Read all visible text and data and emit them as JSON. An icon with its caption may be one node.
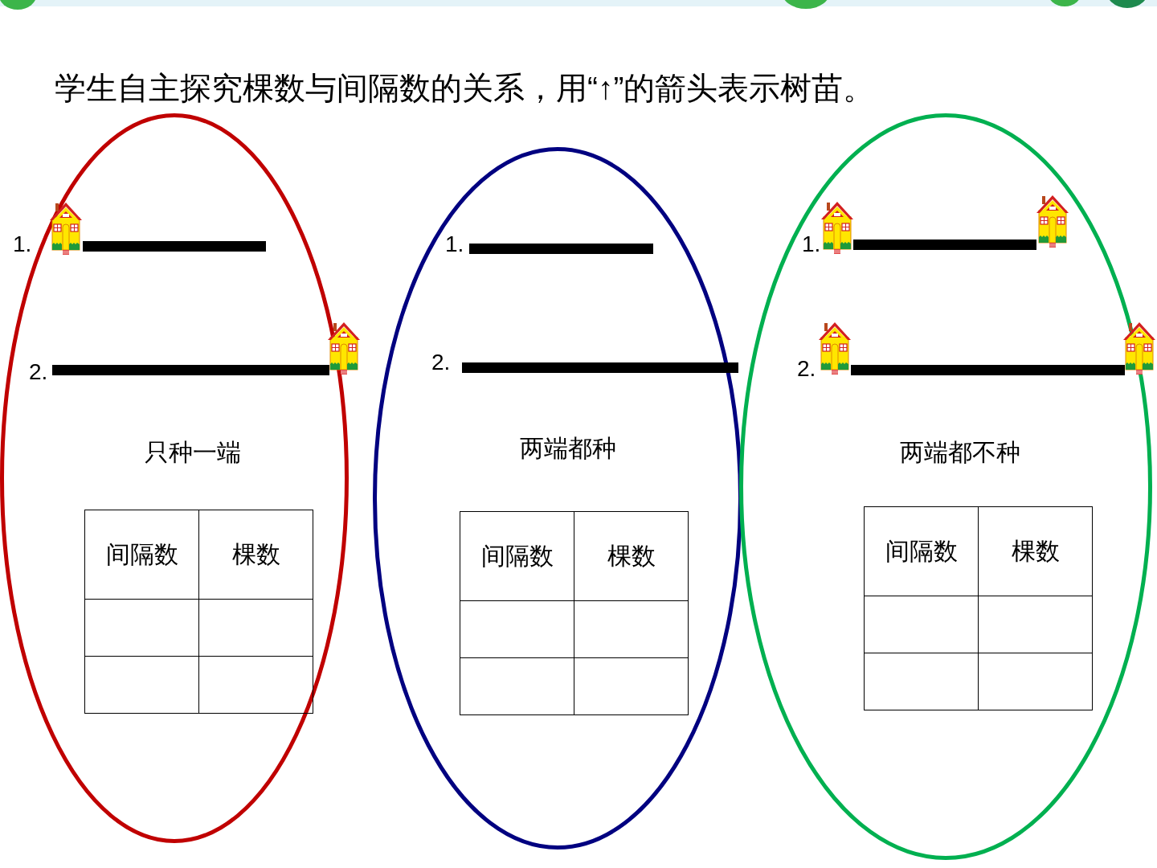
{
  "diagram": {
    "title": "学生自主探究棵数与间隔数的关系，用“↑”的箭头表示树苗。",
    "nodes": [
      {
        "text": [
          "只种一端"
        ]
      },
      {
        "text": [
          "间隔数",
          "棵数"
        ],
        "in": 0
      },
      {
        "text": [
          "两端都种"
        ]
      },
      {
        "text": [
          "间隔数",
          "棵数"
        ],
        "in": 2
      },
      {
        "text": [
          "两端都不种"
        ]
      },
      {
        "text": [
          "间隔数",
          "棵数"
        ],
        "in": 4
      }
    ],
    "labels": [
      "1.",
      "1.",
      "1.",
      "2.",
      "2.",
      "2."
    ]
  }
}
